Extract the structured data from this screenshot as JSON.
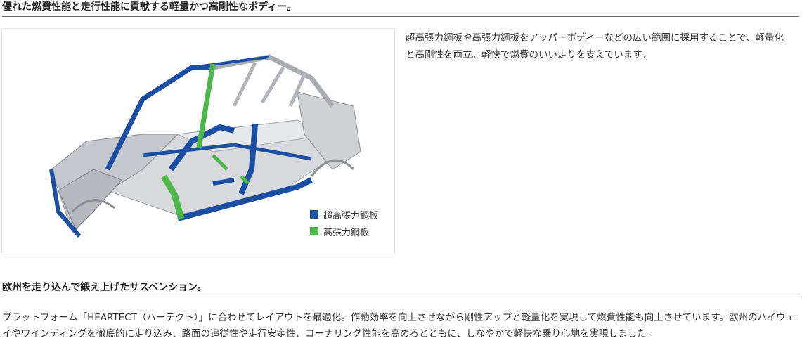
{
  "section1": {
    "heading": "優れた燃費性能と走行性能に貢献する軽量かつ高剛性なボディー。",
    "text": "超高張力鋼板や高張力鋼板をアッパーボディーなどの広い範囲に採用することで、軽量化と高剛性を両立。軽快で燃費のいい走りを支えています。",
    "legend": {
      "ultra_high_tensile": "超高張力鋼板",
      "high_tensile": "高張力鋼板"
    },
    "colors": {
      "ultra_high_tensile": "#1a4fa3",
      "high_tensile": "#4db849"
    }
  },
  "section2": {
    "heading": "欧州を走り込んで鍛え上げたサスペンション。",
    "text": "プラットフォーム「HEARTECT（ハーテクト）」に合わせてレイアウトを最適化。作動効率を向上させながら剛性アップと軽量化を実現して燃費性能も向上させています。欧州のハイウェイやワインディングを徹底的に走り込み、路面の追従性や走行安定性、コーナリング性能を高めるとともに、しなやかで軽快な乗り心地を実現しました。"
  }
}
